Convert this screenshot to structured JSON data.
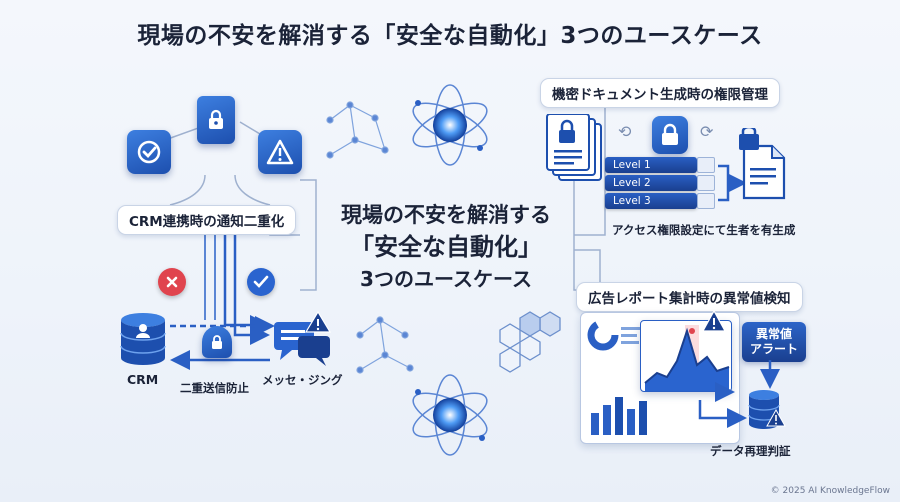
{
  "header": {
    "title": "現場の不安を解消する「安全な自動化」3つのユースケース"
  },
  "center": {
    "line1": "現場の不安を解消する",
    "line2": "「安全な自動化」",
    "line3": "3つのユースケース"
  },
  "usecase_crm": {
    "label": "CRM連携時の通知二重化",
    "db_label": "CRM",
    "messaging_label": "メッセ・ジング",
    "prevention_label": "二重送信防止"
  },
  "usecase_permissions": {
    "label": "機密ドキュメント生成時の権限管理",
    "levels": [
      "Level 1",
      "Level 2",
      "Level 3"
    ],
    "caption": "アクセス権限設定にて生者を有生成"
  },
  "usecase_anomaly": {
    "label": "広告レポート集計時の異常値検知",
    "alert_line1": "異常値",
    "alert_line2": "アラート",
    "verify_label": "データ再理判証"
  },
  "footer": {
    "copyright": "© 2025 AI KnowledgeFlow"
  },
  "colors": {
    "primary": "#1d4fae",
    "accent": "#3d7fe0",
    "alert_red": "#e0444e",
    "warning_yellow": "#f2c230"
  }
}
